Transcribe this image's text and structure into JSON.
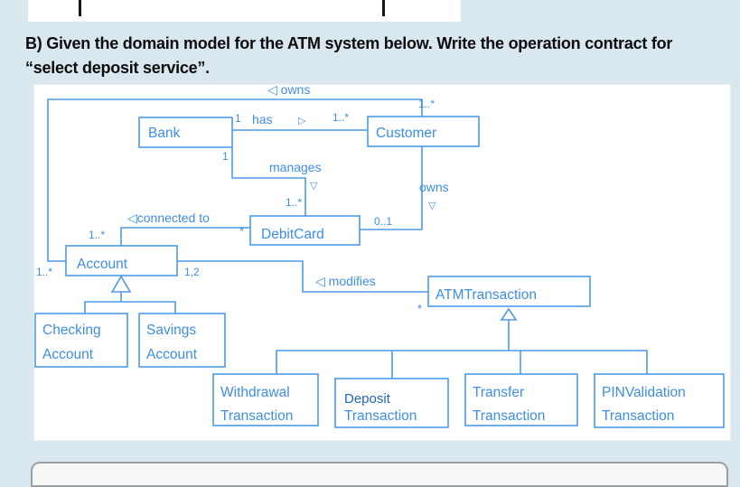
{
  "page": {
    "background_color": "#d9e7ee",
    "heading_line1": "B) Given the domain model for the ATM system below. Write the operation contract for",
    "heading_line2": "“select deposit service”."
  },
  "diagram": {
    "accent_color": "#4d9bea",
    "text_color": "#3d8ee4",
    "deposit_text_color": "#1d66b8",
    "classes": {
      "bank": {
        "label": "Bank"
      },
      "customer": {
        "label": "Customer"
      },
      "debitcard": {
        "label": "DebitCard"
      },
      "account": {
        "label": "Account"
      },
      "atm": {
        "label": "ATMTransaction"
      },
      "checking": {
        "line1": "Checking",
        "line2": "Account"
      },
      "savings": {
        "line1": "Savings",
        "line2": "Account"
      },
      "withdrawal": {
        "line1": "Withdrawal",
        "line2": "Transaction"
      },
      "deposit": {
        "line1": "Deposit",
        "line2": "Transaction"
      },
      "transfer": {
        "line1": "Transfer",
        "line2": "Transaction"
      },
      "pin": {
        "line1": "PINValidation",
        "line2": "Transaction"
      }
    },
    "labels": {
      "owns_top": "◁ owns",
      "owns_top_mult_customer": "1..*",
      "owns_top_mult_account": "1..*",
      "has": "has",
      "has_dir": "▷",
      "has_mult_bank": "1",
      "has_mult_customer": "1..*",
      "manages": "manages",
      "manages_dir": "▽",
      "manages_mult_bank": "1",
      "manages_mult_card": "1..*",
      "owns_card": "owns",
      "owns_card_dir": "▽",
      "owns_card_mult": "0..1",
      "connected": "◁connected to",
      "connected_mult_card": "*",
      "connected_mult_account": "1..*",
      "modifies": "◁ modifies",
      "modifies_mult_account": "1,2",
      "modifies_mult_atm": "*"
    }
  }
}
